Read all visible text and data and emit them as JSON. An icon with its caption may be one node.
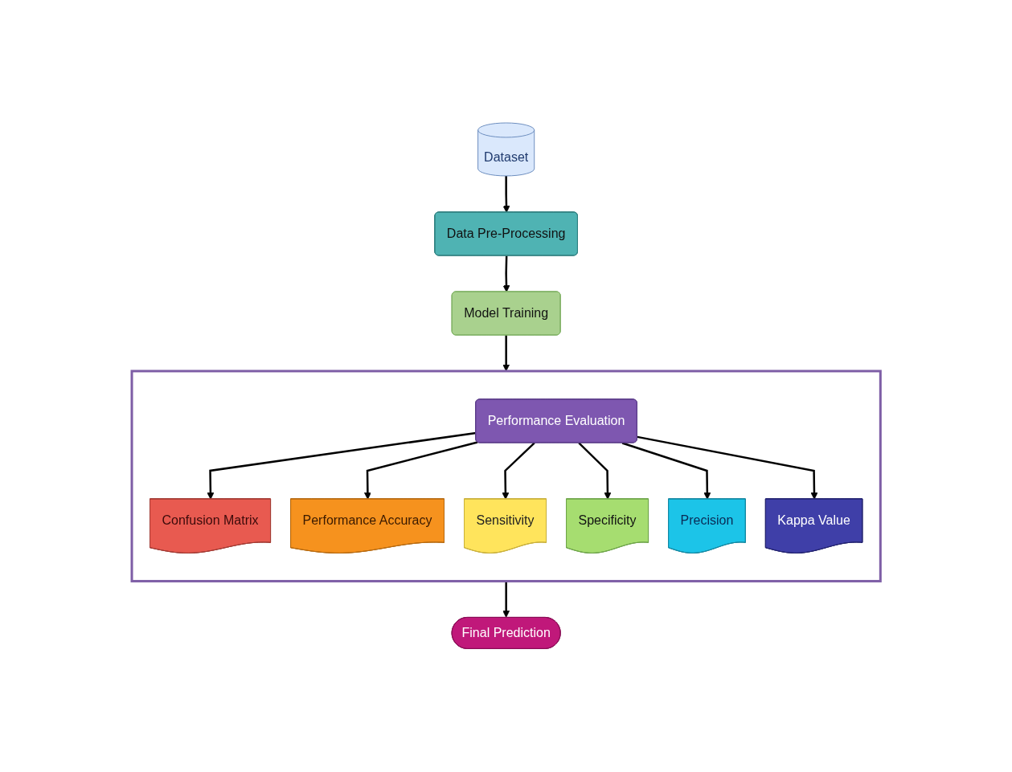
{
  "diagram": {
    "nodes": [
      {
        "text": [
          "Dataset"
        ]
      },
      {
        "text": [
          "Data Pre-Processing"
        ]
      },
      {
        "text": [
          "Model Training"
        ]
      },
      {
        "text": [],
        "shape": "box"
      },
      {
        "text": [
          "Performance Evaluation"
        ],
        "in": 3
      },
      {
        "text": [
          "Confusion Matrix"
        ],
        "in": 3
      },
      {
        "text": [
          "Performance Accuracy"
        ],
        "in": 3
      },
      {
        "text": [
          "Sensitivity"
        ],
        "in": 3
      },
      {
        "text": [
          "Specificity"
        ],
        "in": 3
      },
      {
        "text": [
          "Precision"
        ],
        "in": 3
      },
      {
        "text": [
          "Kappa Value"
        ],
        "in": 3
      },
      {
        "text": [
          "Final Prediction"
        ]
      }
    ],
    "edges": [
      {
        "from": 0,
        "to": 1,
        "arrow": "to"
      },
      {
        "from": 1,
        "to": 2,
        "arrow": "to"
      },
      {
        "from": 2,
        "to": 3,
        "arrow": "to"
      },
      {
        "from": 4,
        "to": 5,
        "arrow": "to"
      },
      {
        "from": 4,
        "to": 6,
        "arrow": "to"
      },
      {
        "from": 4,
        "to": 7,
        "arrow": "to"
      },
      {
        "from": 4,
        "to": 8,
        "arrow": "to"
      },
      {
        "from": 4,
        "to": 9,
        "arrow": "to"
      },
      {
        "from": 4,
        "to": 10,
        "arrow": "to"
      },
      {
        "from": 3,
        "to": 11,
        "arrow": "to"
      }
    ]
  }
}
